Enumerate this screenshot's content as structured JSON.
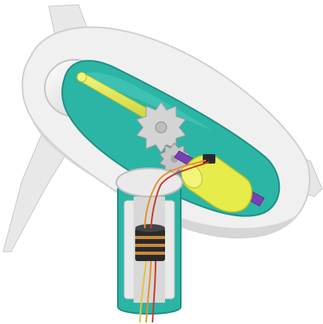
{
  "illustration": {
    "subject": "wind-turbine-nacelle-cutaway",
    "parts": [
      {
        "name": "rotor-blade-upper",
        "color": "#e6e6e6"
      },
      {
        "name": "rotor-blade-left",
        "color": "#e6e6e6"
      },
      {
        "name": "rotor-blade-right",
        "color": "#e6e6e6"
      },
      {
        "name": "nacelle-housing",
        "color": "#efefef"
      },
      {
        "name": "nacelle-interior",
        "color": "#2bb5a5"
      },
      {
        "name": "main-shaft",
        "color": "#e6ec4a"
      },
      {
        "name": "gear-large",
        "color": "#cfcfcf"
      },
      {
        "name": "gear-small",
        "color": "#bdbdbd"
      },
      {
        "name": "generator",
        "color": "#e6ec4a"
      },
      {
        "name": "output-shaft",
        "color": "#7a3fb0"
      },
      {
        "name": "tower-section",
        "color": "#2bb5a5"
      },
      {
        "name": "slip-ring",
        "color": "#2a2a2a"
      },
      {
        "name": "wires",
        "color": "#e8902a"
      }
    ],
    "colors": {
      "housing_shadow": "#c9c9c9",
      "teal_dark": "#1e8f83",
      "copper": "#c98a3a"
    }
  }
}
